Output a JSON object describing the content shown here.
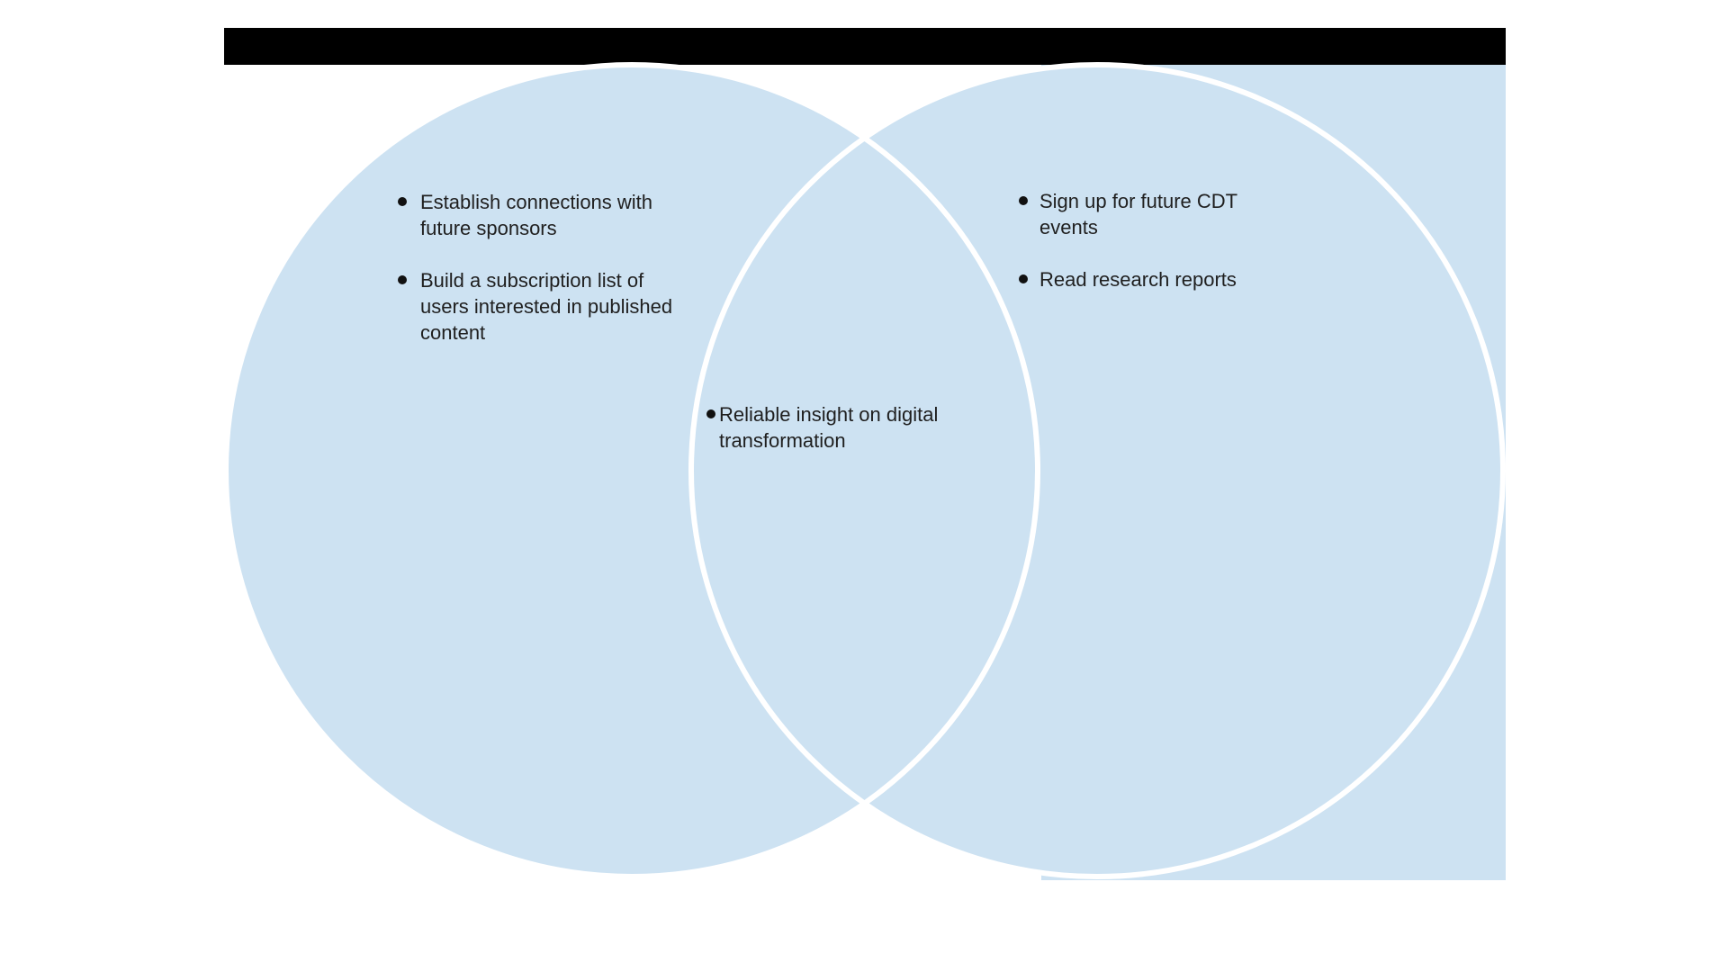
{
  "colors": {
    "circle_fill": "#cde2f2",
    "circle_stroke": "#ffffff",
    "bar": "#000000",
    "text": "#1f1f1f",
    "bullet": "#111111"
  },
  "top_bar": {
    "text": ""
  },
  "venn": {
    "left": {
      "items": [
        {
          "lines": [
            "Establish connections with",
            "future sponsors"
          ]
        },
        {
          "lines": [
            "Build a subscription list of",
            "users interested in published",
            "content"
          ]
        }
      ]
    },
    "overlap": {
      "items": [
        {
          "lines": [
            "Reliable insight on digital",
            "transformation"
          ]
        }
      ]
    },
    "right": {
      "items": [
        {
          "lines": [
            "Sign up for future CDT",
            "events"
          ]
        },
        {
          "lines": [
            "Read research reports"
          ]
        }
      ]
    }
  }
}
